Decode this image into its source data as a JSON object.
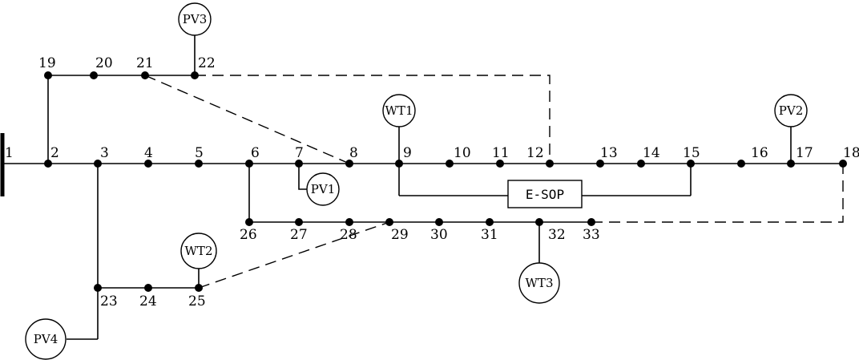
{
  "buses": [
    "1",
    "2",
    "3",
    "4",
    "5",
    "6",
    "7",
    "8",
    "9",
    "10",
    "11",
    "12",
    "13",
    "14",
    "15",
    "16",
    "17",
    "18",
    "19",
    "20",
    "21",
    "22",
    "23",
    "24",
    "25",
    "26",
    "27",
    "28",
    "29",
    "30",
    "31",
    "32",
    "33"
  ],
  "generators": {
    "pv1": "PV1",
    "pv2": "PV2",
    "pv3": "PV3",
    "pv4": "PV4",
    "wt1": "WT1",
    "wt2": "WT2",
    "wt3": "WT3"
  },
  "sop_label": "E-SOP"
}
